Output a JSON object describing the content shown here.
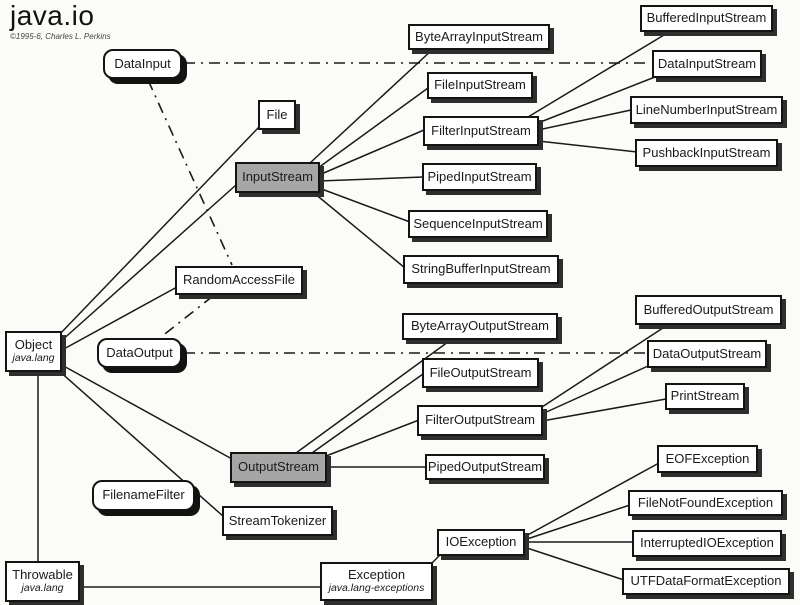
{
  "header": {
    "title": "java.io",
    "copyright": "©1995-6, Charles L. Perkins"
  },
  "nodes": {
    "data_input": {
      "label": "DataInput",
      "kind": "interface"
    },
    "data_output": {
      "label": "DataOutput",
      "kind": "interface"
    },
    "filename_filter": {
      "label": "FilenameFilter",
      "kind": "interface"
    },
    "input_stream": {
      "label": "InputStream",
      "kind": "abstract-class"
    },
    "output_stream": {
      "label": "OutputStream",
      "kind": "abstract-class"
    },
    "file": {
      "label": "File",
      "kind": "class"
    },
    "random_access_file": {
      "label": "RandomAccessFile",
      "kind": "class"
    },
    "object": {
      "label": "Object",
      "package": "java.lang",
      "kind": "class"
    },
    "stream_tokenizer": {
      "label": "StreamTokenizer",
      "kind": "class"
    },
    "throwable": {
      "label": "Throwable",
      "package": "java.lang",
      "kind": "class"
    },
    "exception": {
      "label": "Exception",
      "package": "java.lang-exceptions",
      "kind": "class"
    },
    "io_exception": {
      "label": "IOException",
      "kind": "class"
    },
    "byte_array_input_stream": {
      "label": "ByteArrayInputStream",
      "kind": "class"
    },
    "file_input_stream": {
      "label": "FileInputStream",
      "kind": "class"
    },
    "filter_input_stream": {
      "label": "FilterInputStream",
      "kind": "class"
    },
    "piped_input_stream": {
      "label": "PipedInputStream",
      "kind": "class"
    },
    "sequence_input_stream": {
      "label": "SequenceInputStream",
      "kind": "class"
    },
    "string_buffer_input_stream": {
      "label": "StringBufferInputStream",
      "kind": "class"
    },
    "buffered_input_stream": {
      "label": "BufferedInputStream",
      "kind": "class"
    },
    "data_input_stream": {
      "label": "DataInputStream",
      "kind": "class"
    },
    "line_number_input_stream": {
      "label": "LineNumberInputStream",
      "kind": "class"
    },
    "pushback_input_stream": {
      "label": "PushbackInputStream",
      "kind": "class"
    },
    "byte_array_output_stream": {
      "label": "ByteArrayOutputStream",
      "kind": "class"
    },
    "file_output_stream": {
      "label": "FileOutputStream",
      "kind": "class"
    },
    "filter_output_stream": {
      "label": "FilterOutputStream",
      "kind": "class"
    },
    "piped_output_stream": {
      "label": "PipedOutputStream",
      "kind": "class"
    },
    "buffered_output_stream": {
      "label": "BufferedOutputStream",
      "kind": "class"
    },
    "data_output_stream": {
      "label": "DataOutputStream",
      "kind": "class"
    },
    "print_stream": {
      "label": "PrintStream",
      "kind": "class"
    },
    "eof_exception": {
      "label": "EOFException",
      "kind": "class"
    },
    "file_not_found_exception": {
      "label": "FileNotFoundException",
      "kind": "class"
    },
    "interrupted_io_exception": {
      "label": "InterruptedIOException",
      "kind": "class"
    },
    "utf_data_format_exception": {
      "label": "UTFDataFormatException",
      "kind": "class"
    }
  },
  "edges": [
    {
      "from": "object",
      "to": "file",
      "style": "extends"
    },
    {
      "from": "object",
      "to": "input_stream",
      "style": "extends"
    },
    {
      "from": "object",
      "to": "random_access_file",
      "style": "extends"
    },
    {
      "from": "object",
      "to": "output_stream",
      "style": "extends"
    },
    {
      "from": "object",
      "to": "stream_tokenizer",
      "style": "extends"
    },
    {
      "from": "object",
      "to": "throwable",
      "style": "extends"
    },
    {
      "from": "throwable",
      "to": "exception",
      "style": "extends"
    },
    {
      "from": "exception",
      "to": "io_exception",
      "style": "extends"
    },
    {
      "from": "io_exception",
      "to": "eof_exception",
      "style": "extends"
    },
    {
      "from": "io_exception",
      "to": "file_not_found_exception",
      "style": "extends"
    },
    {
      "from": "io_exception",
      "to": "interrupted_io_exception",
      "style": "extends"
    },
    {
      "from": "io_exception",
      "to": "utf_data_format_exception",
      "style": "extends"
    },
    {
      "from": "input_stream",
      "to": "byte_array_input_stream",
      "style": "extends"
    },
    {
      "from": "input_stream",
      "to": "file_input_stream",
      "style": "extends"
    },
    {
      "from": "input_stream",
      "to": "filter_input_stream",
      "style": "extends"
    },
    {
      "from": "input_stream",
      "to": "piped_input_stream",
      "style": "extends"
    },
    {
      "from": "input_stream",
      "to": "sequence_input_stream",
      "style": "extends"
    },
    {
      "from": "input_stream",
      "to": "string_buffer_input_stream",
      "style": "extends"
    },
    {
      "from": "filter_input_stream",
      "to": "buffered_input_stream",
      "style": "extends"
    },
    {
      "from": "filter_input_stream",
      "to": "data_input_stream",
      "style": "extends"
    },
    {
      "from": "filter_input_stream",
      "to": "line_number_input_stream",
      "style": "extends"
    },
    {
      "from": "filter_input_stream",
      "to": "pushback_input_stream",
      "style": "extends"
    },
    {
      "from": "output_stream",
      "to": "byte_array_output_stream",
      "style": "extends"
    },
    {
      "from": "output_stream",
      "to": "file_output_stream",
      "style": "extends"
    },
    {
      "from": "output_stream",
      "to": "filter_output_stream",
      "style": "extends"
    },
    {
      "from": "output_stream",
      "to": "piped_output_stream",
      "style": "extends"
    },
    {
      "from": "filter_output_stream",
      "to": "buffered_output_stream",
      "style": "extends"
    },
    {
      "from": "filter_output_stream",
      "to": "data_output_stream",
      "style": "extends"
    },
    {
      "from": "filter_output_stream",
      "to": "print_stream",
      "style": "extends"
    },
    {
      "from": "data_input",
      "to": "data_input_stream",
      "style": "implements"
    },
    {
      "from": "data_input",
      "to": "random_access_file",
      "style": "implements"
    },
    {
      "from": "data_output",
      "to": "random_access_file",
      "style": "implements"
    },
    {
      "from": "data_output",
      "to": "data_output_stream",
      "style": "implements"
    }
  ]
}
